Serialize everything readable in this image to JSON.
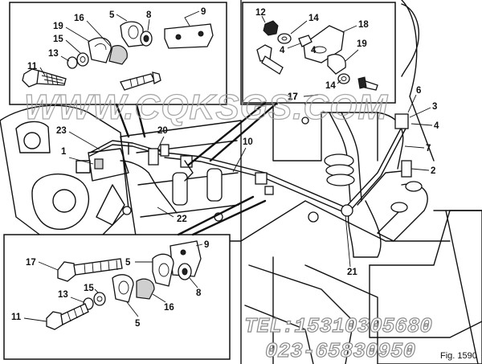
{
  "inset_top_left": {
    "callouts": [
      "5",
      "8",
      "9",
      "19",
      "16",
      "15",
      "13",
      "11"
    ]
  },
  "inset_top_right": {
    "callouts": [
      "12",
      "14",
      "18",
      "19",
      "14",
      "4",
      "17",
      "4"
    ]
  },
  "inset_bottom_left": {
    "callouts": [
      "9",
      "17",
      "5",
      "8",
      "13",
      "15",
      "5",
      "16",
      "11"
    ]
  },
  "main": {
    "callouts": [
      "6",
      "3",
      "4",
      "7",
      "17",
      "2",
      "23",
      "20",
      "10",
      "1",
      "22",
      "21"
    ]
  },
  "watermark": {
    "site": "WWW.CQKSGS.COM",
    "phone": "TEL:15310305680",
    "phone2": "023-65830950"
  },
  "figure_number": "Fig. 1590"
}
